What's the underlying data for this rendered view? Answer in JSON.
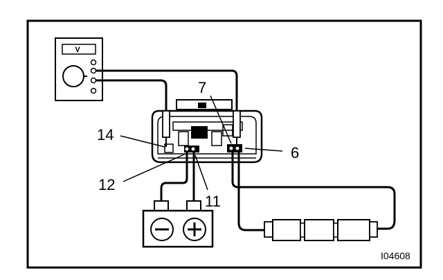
{
  "figure": {
    "meter_display": "V",
    "pin_labels": {
      "p7": "7",
      "p14": "14",
      "p6": "6",
      "p12": "12",
      "p11": "11"
    },
    "battery": {
      "negative_symbol": "−",
      "positive_symbol": "+"
    },
    "reference_code": "I04608"
  }
}
